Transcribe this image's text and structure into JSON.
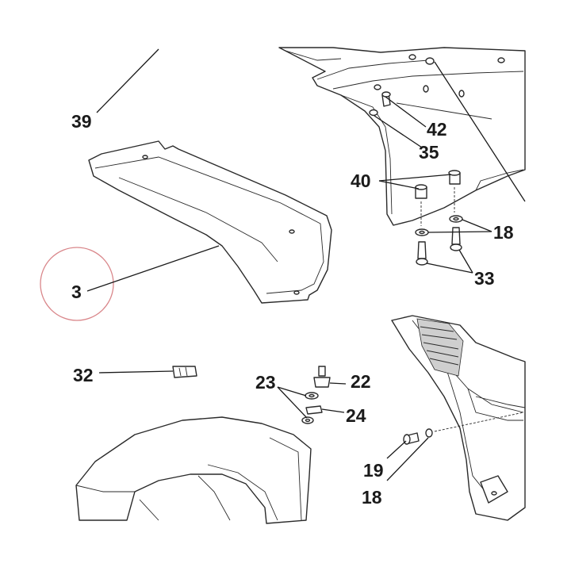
{
  "callouts": {
    "c39": "39",
    "c42": "42",
    "c35": "35",
    "c40": "40",
    "c18a": "18",
    "c33": "33",
    "c3": "3",
    "c32": "32",
    "c23": "23",
    "c22": "22",
    "c24": "24",
    "c19": "19",
    "c18b": "18"
  },
  "colors": {
    "line": "#2a2a2a",
    "highlight_circle": "#d9868a"
  }
}
